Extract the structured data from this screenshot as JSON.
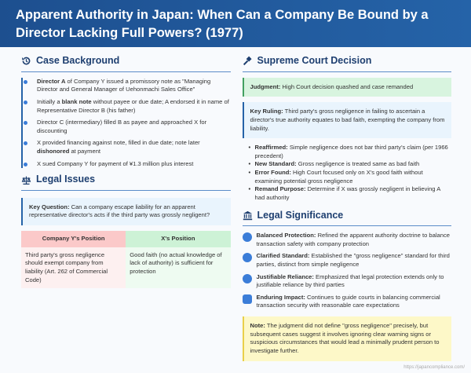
{
  "title": "Apparent Authority in Japan: When Can a Company Be Bound by a Director Lacking Full Powers? (1977)",
  "left": {
    "case_background": {
      "heading": "Case Background",
      "items": [
        {
          "bold": "Director A",
          "text": " of Company Y issued a promissory note as \"Managing Director and General Manager of Uehonmachi Sales Office\""
        },
        {
          "pre": "Initially a ",
          "bold": "blank note",
          "text": " without payee or due date; A endorsed it in name of Representative Director B (his father)"
        },
        {
          "text": "Director C (intermediary) filled B as payee and approached X for discounting"
        },
        {
          "pre": "X provided financing against note, filled in due date; note later ",
          "bold": "dishonored",
          "text": " at payment"
        },
        {
          "text": "X sued Company Y for payment of ¥1.3 million plus interest"
        }
      ]
    },
    "legal_issues": {
      "heading": "Legal Issues",
      "key_label": "Key Question:",
      "key_text": " Can a company escape liability for an apparent representative director's acts if the third party was grossly negligent?",
      "table": {
        "headers": [
          "Company Y's Position",
          "X's Position"
        ],
        "cells": [
          "Third party's gross negligence should exempt company from liability (Art. 262 of Commercial Code)",
          "Good faith (no actual knowledge of lack of authority) is sufficient for protection"
        ]
      }
    }
  },
  "right": {
    "decision": {
      "heading": "Supreme Court Decision",
      "judgment_label": "Judgment:",
      "judgment_text": " High Court decision quashed and case remanded",
      "ruling_label": "Key Ruling:",
      "ruling_text": " Third party's gross negligence in failing to ascertain a director's true authority equates to bad faith, exempting the company from liability.",
      "bullets": [
        {
          "bold": "Reaffirmed:",
          "text": " Simple negligence does not bar third party's claim (per 1966 precedent)"
        },
        {
          "bold": "New Standard:",
          "text": " Gross negligence is treated same as bad faith"
        },
        {
          "bold": "Error Found:",
          "text": " High Court focused only on X's good faith without examining potential gross negligence"
        },
        {
          "bold": "Remand Purpose:",
          "text": " Determine if X was grossly negligent in believing A had authority"
        }
      ]
    },
    "significance": {
      "heading": "Legal Significance",
      "items": [
        {
          "icon": "balance-icon",
          "bold": "Balanced Protection:",
          "text": " Refined the apparent authority doctrine to balance transaction safety with company protection"
        },
        {
          "icon": "search-icon",
          "bold": "Clarified Standard:",
          "text": " Established the \"gross negligence\" standard for third parties, distinct from simple negligence"
        },
        {
          "icon": "handshake-icon",
          "bold": "Justifiable Reliance:",
          "text": " Emphasized that legal protection extends only to justifiable reliance by third parties"
        },
        {
          "icon": "document-icon",
          "bold": "Enduring Impact:",
          "text": " Continues to guide courts in balancing commercial transaction security with reasonable care expectations"
        }
      ],
      "note_label": "Note:",
      "note_text": " The judgment did not define \"gross negligence\" precisely, but subsequent cases suggest it involves ignoring clear warning signs or suspicious circumstances that would lead a minimally prudent person to investigate further."
    }
  },
  "footer": "https://japancompliance.com/"
}
